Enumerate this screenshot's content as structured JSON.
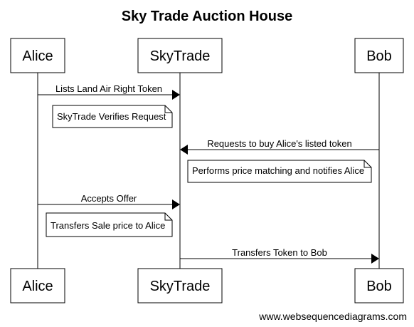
{
  "title": "Sky Trade Auction House",
  "actors": [
    {
      "id": "alice",
      "label": "Alice"
    },
    {
      "id": "skytrade",
      "label": "SkyTrade"
    },
    {
      "id": "bob",
      "label": "Bob"
    }
  ],
  "messages": [
    {
      "from": "alice",
      "to": "skytrade",
      "label": "Lists Land Air Right Token"
    },
    {
      "from": "bob",
      "to": "skytrade",
      "label": "Requests to buy Alice's listed token"
    },
    {
      "from": "alice",
      "to": "skytrade",
      "label": "Accepts Offer"
    },
    {
      "from": "skytrade",
      "to": "bob",
      "label": "Transfers Token to Bob"
    }
  ],
  "notes": [
    {
      "label": "SkyTrade Verifies Request"
    },
    {
      "label": "Performs price matching and notifies Alice"
    },
    {
      "label": "Transfers Sale price to Alice"
    }
  ],
  "footer": "www.websequencediagrams.com"
}
